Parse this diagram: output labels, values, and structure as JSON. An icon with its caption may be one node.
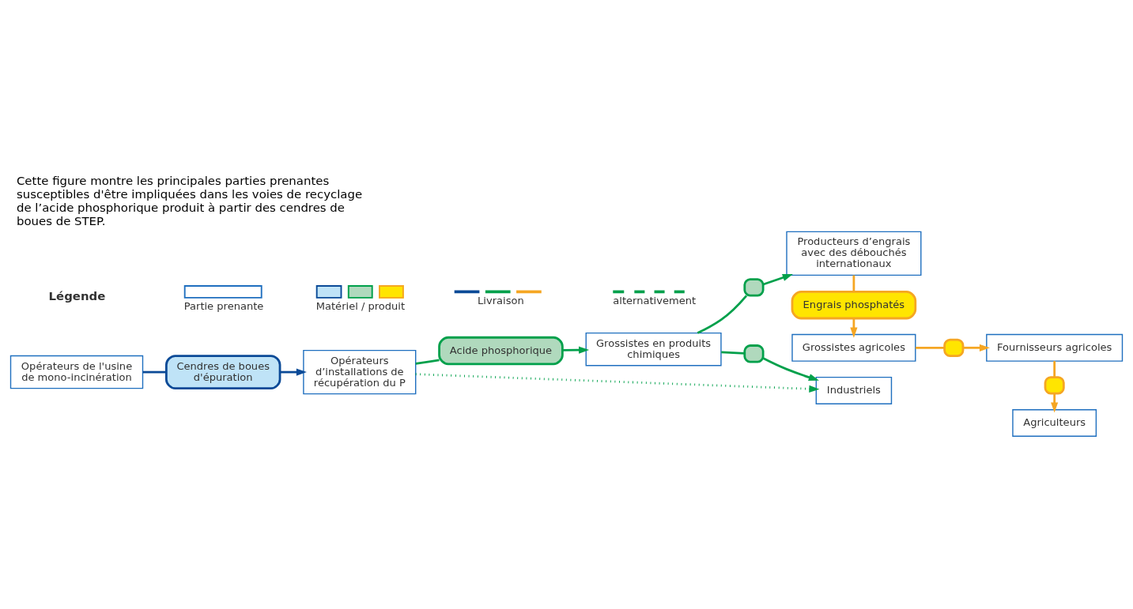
{
  "diagram": {
    "title": "Cette figure montre les principales parties prenantes susceptibles d'être impliquées dans les voies de recyclage de l’acide phosphorique produit à partir des cendres de boues de STEP.",
    "nodes": [
      {
        "text": [
          "Opérateurs d’installations de récupération du P"
        ]
      },
      {
        "text": [
          "Acide phosphorique"
        ]
      },
      {
        "text": [
          "Cendres de boues d'épuration"
        ]
      },
      {
        "text": [
          "Opérateurs de l'usine de mono-incinération"
        ]
      },
      {
        "text": [
          "Grossistes en produits chimiques"
        ]
      },
      {
        "text": [
          "Producteurs d’engrais avec des débouchés internationaux"
        ]
      },
      {
        "text": [
          "Fournisseurs agricoles"
        ]
      },
      {
        "text": [
          "Engrais phosphatés"
        ]
      },
      {
        "text": [
          "Agriculteurs"
        ]
      },
      {
        "text": [
          "Industriels"
        ]
      },
      {
        "text": [
          "Grossistes agricoles"
        ]
      },
      {
        "text": [],
        "shape": "box"
      },
      {
        "text": [],
        "shape": "box"
      },
      {
        "text": [],
        "shape": "box"
      },
      {
        "text": [],
        "shape": "box"
      }
    ],
    "edges": [
      {
        "from": 3,
        "to": 2,
        "arrow": "none",
        "color": "#0b4a97"
      },
      {
        "from": 2,
        "to": 0,
        "arrow": "to",
        "color": "#0b4a97"
      },
      {
        "from": 0,
        "to": 1,
        "arrow": "none"
      },
      {
        "from": 0,
        "to": 9,
        "arrow": "to",
        "style": "dashed"
      },
      {
        "from": 1,
        "to": 4,
        "arrow": "to"
      },
      {
        "from": 4,
        "to": 11,
        "arrow": "none"
      },
      {
        "from": 11,
        "to": 5,
        "arrow": "to"
      },
      {
        "from": 4,
        "to": 12,
        "arrow": "none"
      },
      {
        "from": 12,
        "to": 9,
        "arrow": "to"
      },
      {
        "from": 5,
        "to": 7,
        "arrow": "none",
        "color": "#f5a623"
      },
      {
        "from": 7,
        "to": 10,
        "arrow": "to",
        "color": "#f5a623"
      },
      {
        "from": 10,
        "to": 14,
        "arrow": "none",
        "color": "#f5a623"
      },
      {
        "from": 14,
        "to": 6,
        "arrow": "to",
        "color": "#f5a623"
      },
      {
        "from": 6,
        "to": 13,
        "arrow": "none",
        "color": "#f5a623"
      },
      {
        "from": 13,
        "to": 8,
        "arrow": "to",
        "color": "#f5a623"
      }
    ],
    "labels": [
      "Légende"
    ],
    "legend": [
      {
        "text": "Partie prenante"
      },
      {
        "text": "Matériel / produit"
      },
      {
        "text": "Livraison"
      },
      {
        "text": "alternativement"
      }
    ]
  }
}
